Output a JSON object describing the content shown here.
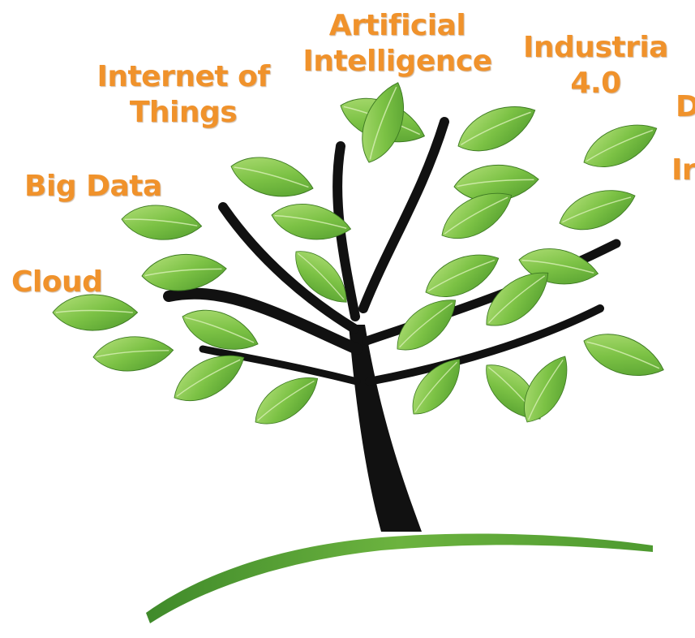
{
  "labels": {
    "artificial_intelligence": "Artificial\nIntelligence",
    "internet_of_things": "Internet of\nThings",
    "industria": "Industria\n4.0",
    "big_data": "Big Data",
    "cloud": "Cloud",
    "cut_off_d": "D",
    "cut_off_ir": "Ir"
  },
  "colors": {
    "label_orange": "#f0922b",
    "leaf_green": "#6db33f",
    "leaf_light": "#a6d86b",
    "trunk": "#111111",
    "ground_green": "#4c8f2c"
  }
}
